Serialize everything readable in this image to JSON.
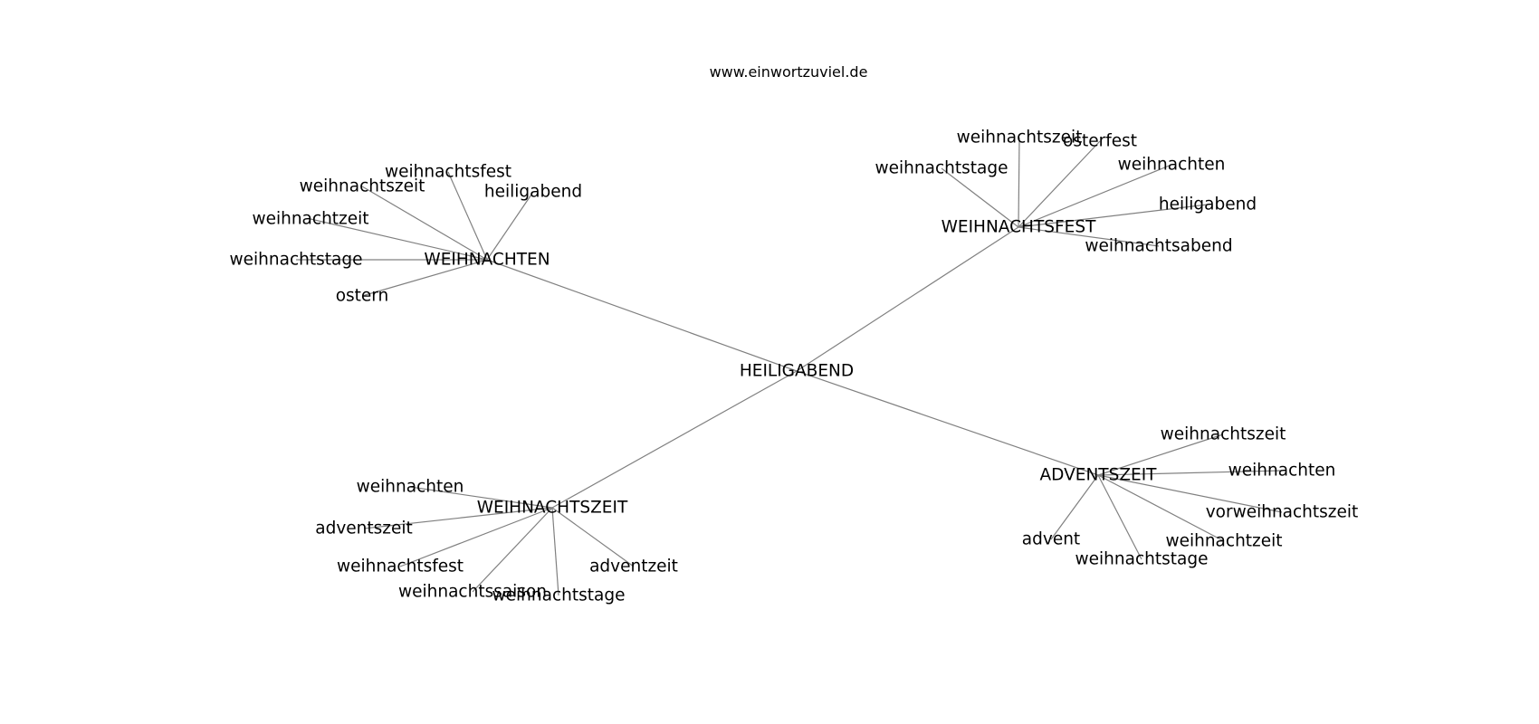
{
  "site": "www.einwortzuviel.de",
  "graph": {
    "center": {
      "label": "HEILIGABEND"
    },
    "hubs": [
      {
        "label": "WEIHNACHTEN",
        "leaves": [
          "weihnachtsfest",
          "weihnachtszeit",
          "heiligabend",
          "weihnachtzeit",
          "weihnachtstage",
          "ostern"
        ]
      },
      {
        "label": "WEIHNACHTSFEST",
        "leaves": [
          "weihnachtszeit",
          "osterfest",
          "weihnachtstage",
          "weihnachten",
          "heiligabend",
          "weihnachtsabend"
        ]
      },
      {
        "label": "WEIHNACHTSZEIT",
        "leaves": [
          "weihnachten",
          "adventszeit",
          "weihnachtsfest",
          "adventzeit",
          "weihnachtssaison",
          "weihnachtstage"
        ]
      },
      {
        "label": "ADVENTSZEIT",
        "leaves": [
          "weihnachtszeit",
          "weihnachten",
          "vorweihnachtszeit",
          "advent",
          "weihnachtzeit",
          "weihnachtstage"
        ]
      }
    ]
  }
}
